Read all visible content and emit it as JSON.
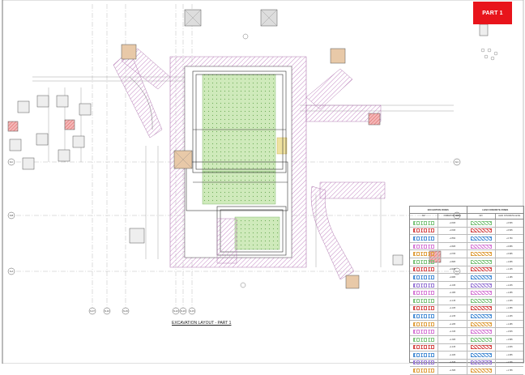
{
  "sheet": {
    "part_label": "PART 1",
    "title": "EXCAVATION LAYOUT - PART 1"
  },
  "grid_labels_bottom": [
    "N-37",
    "N-32",
    "N-29",
    "N-22",
    "N-20",
    "N-15"
  ],
  "grid_labels_left": [
    "N-C",
    "N-B",
    "N-A"
  ],
  "grid_labels_right": [
    "N-C",
    "N-B",
    "N-A"
  ],
  "key_table": {
    "headers": [
      "EXCAVATION ZONES",
      "LEAN CONCRETE ZONES"
    ],
    "subheaders": [
      "KEY",
      "FORMATION LEVEL",
      "KEY",
      "LEAN CONCRETE LEVEL"
    ],
    "rows": [
      {
        "formation": "+0.365",
        "lean": "+0.565",
        "color": "#7cc47c"
      },
      {
        "formation": "+0.395",
        "lean": "+0.595",
        "color": "#d64a4a"
      },
      {
        "formation": "+0.550",
        "lean": "+0.750",
        "color": "#4a8fd6"
      },
      {
        "formation": "+0.685",
        "lean": "+0.885",
        "color": "#d67ad6"
      },
      {
        "formation": "+0.785",
        "lean": "+0.985",
        "color": "#e0a040"
      },
      {
        "formation": "+0.885",
        "lean": "+1.085",
        "color": "#7cc47c"
      },
      {
        "formation": "+0.935",
        "lean": "+1.135",
        "color": "#d64a4a"
      },
      {
        "formation": "+0.985",
        "lean": "+1.185",
        "color": "#4a8fd6"
      },
      {
        "formation": "+1.035",
        "lean": "+1.235",
        "color": "#9a7ad6"
      },
      {
        "formation": "+1.085",
        "lean": "+1.285",
        "color": "#d67ad6"
      },
      {
        "formation": "+1.135",
        "lean": "+1.335",
        "color": "#7cc47c"
      },
      {
        "formation": "+1.185",
        "lean": "+1.385",
        "color": "#d64a4a"
      },
      {
        "formation": "+1.235",
        "lean": "+1.435",
        "color": "#4a8fd6"
      },
      {
        "formation": "+1.285",
        "lean": "+1.485",
        "color": "#e0a040"
      },
      {
        "formation": "+1.335",
        "lean": "+1.535",
        "color": "#d67ad6"
      },
      {
        "formation": "+1.385",
        "lean": "+1.585",
        "color": "#7cc47c"
      },
      {
        "formation": "+1.435",
        "lean": "+1.635",
        "color": "#d64a4a"
      },
      {
        "formation": "+1.485",
        "lean": "+1.685",
        "color": "#4a8fd6"
      },
      {
        "formation": "+1.535",
        "lean": "+1.735",
        "color": "#9a7ad6"
      },
      {
        "formation": "+1.585",
        "lean": "+1.785",
        "color": "#e0a040"
      }
    ]
  },
  "colors": {
    "hatch": "#c58bc5",
    "green_zone": "#bfe3a8",
    "red_pad": "#e86a6a",
    "brown_pad": "#c89a6a",
    "line": "#555555",
    "part_red": "#e8141b"
  }
}
